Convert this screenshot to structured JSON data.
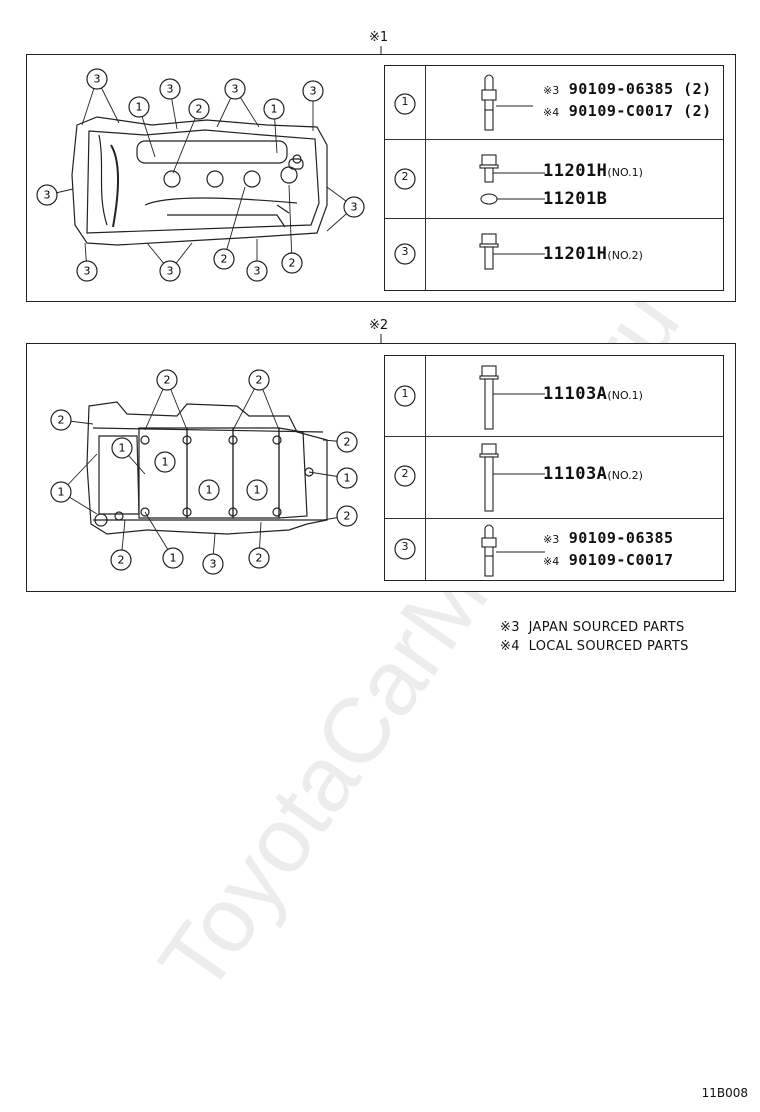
{
  "sections": [
    {
      "label": "※1",
      "rows": [
        {
          "index": "1",
          "parts": [
            {
              "mark": "※3",
              "number": "90109-06385",
              "qty": "(2)"
            },
            {
              "mark": "※4",
              "number": "90109-C0017",
              "qty": "(2)"
            }
          ]
        },
        {
          "index": "2",
          "parts": [
            {
              "number": "11201H",
              "sub": "(NO.1)"
            },
            {
              "number": "11201B",
              "sub": ""
            }
          ]
        },
        {
          "index": "3",
          "parts": [
            {
              "number": "11201H",
              "sub": "(NO.2)"
            }
          ]
        }
      ]
    },
    {
      "label": "※2",
      "rows": [
        {
          "index": "1",
          "parts": [
            {
              "number": "11103A",
              "sub": "(NO.1)"
            }
          ]
        },
        {
          "index": "2",
          "parts": [
            {
              "number": "11103A",
              "sub": "(NO.2)"
            }
          ]
        },
        {
          "index": "3",
          "parts": [
            {
              "mark": "※3",
              "number": "90109-06385"
            },
            {
              "mark": "※4",
              "number": "90109-C0017"
            }
          ]
        }
      ]
    }
  ],
  "legend": [
    {
      "mark": "※3",
      "text": "JAPAN SOURCED PARTS"
    },
    {
      "mark": "※4",
      "text": "LOCAL SOURCED PARTS"
    }
  ],
  "watermark": "ToyotaCarManual.ru",
  "diagram_code": "11B008"
}
